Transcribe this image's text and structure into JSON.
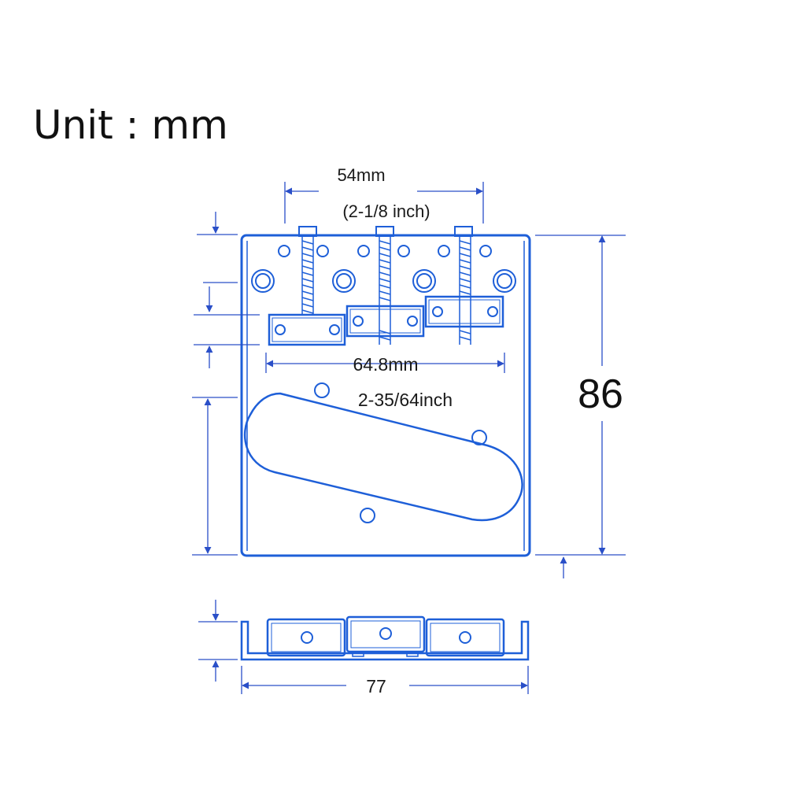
{
  "title": "Unit : mm",
  "labels": {
    "top_width_mm": "54mm",
    "top_width_inch": "(2-1/8 inch)",
    "saddle_span_mm": "64.8mm",
    "saddle_span_inch": "2-35/64inch",
    "height": "86",
    "base_width": "77"
  },
  "colors": {
    "outline": "#1e5fd8",
    "dimension": "#2a4fc8",
    "text": "#1a1a1a"
  }
}
